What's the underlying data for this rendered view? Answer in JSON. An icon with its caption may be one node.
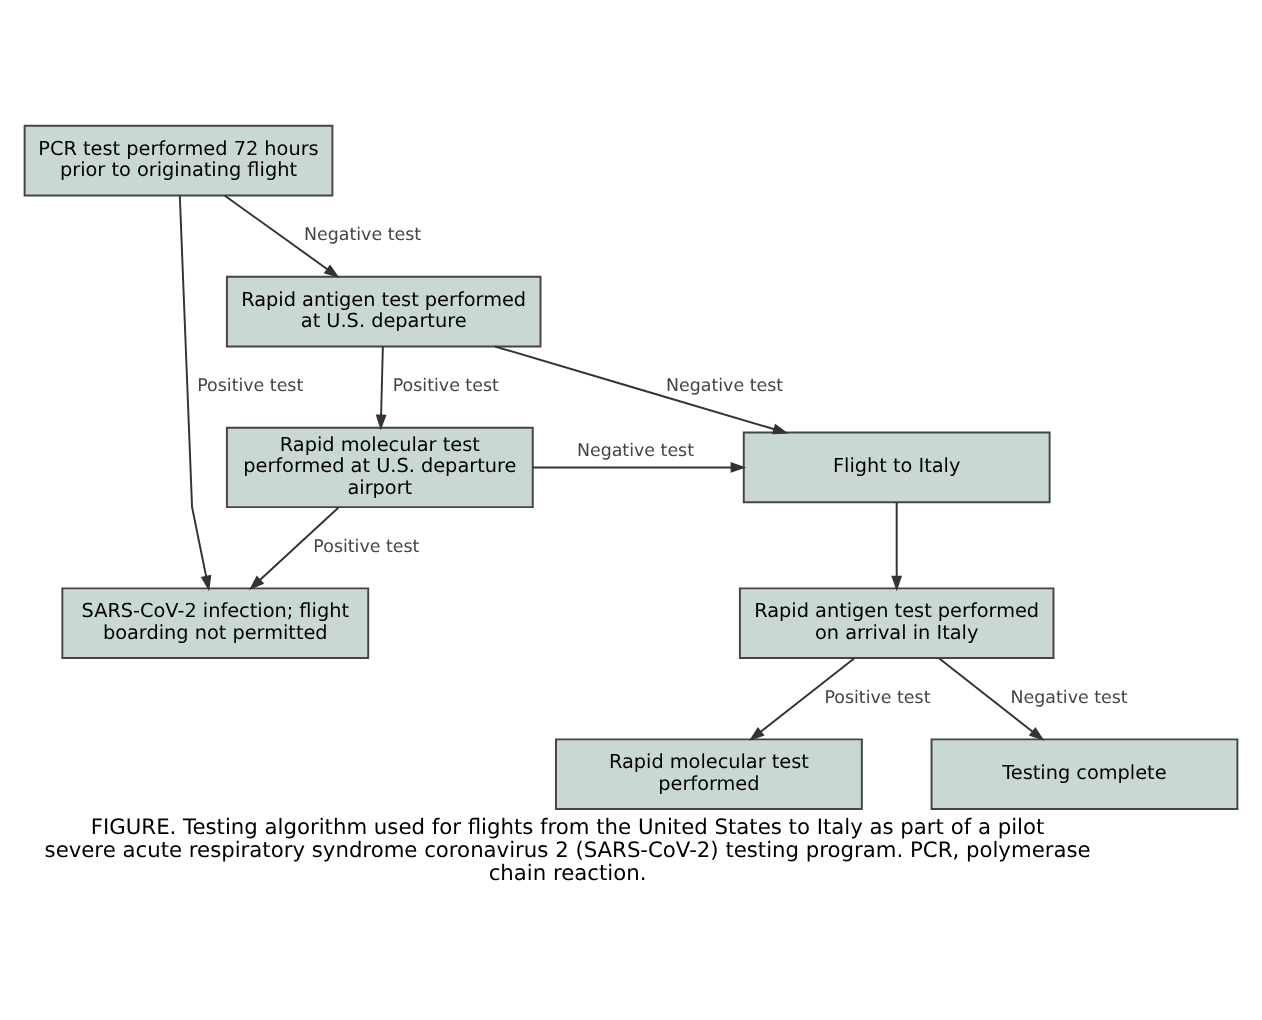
{
  "diagram": {
    "caption": "FIGURE. Testing algorithm used for flights from the United States to Italy as part of a pilot severe acute respiratory syndrome coronavirus 2 (SARS-CoV-2) testing program. PCR, polymerase chain reaction.",
    "nodes": [
      {
        "text": [
          "PCR test performed 72 hours prior to originating flight"
        ]
      },
      {
        "text": [
          "Rapid antigen test performed at U.S. departure"
        ]
      },
      {
        "text": [
          "SARS-CoV-2 infection; flight boarding not permitted"
        ]
      },
      {
        "text": [
          "Rapid molecular test performed at U.S. departure airport"
        ]
      },
      {
        "text": [
          "Flight to Italy"
        ]
      },
      {
        "text": [
          "Rapid antigen test performed on arrival in Italy"
        ]
      },
      {
        "text": [
          "Rapid molecular test performed"
        ]
      },
      {
        "text": [
          "Testing complete"
        ]
      }
    ],
    "edges": [
      {
        "from": 0,
        "to": 2,
        "arrow": "to",
        "label": "Positive test"
      },
      {
        "from": 0,
        "to": 1,
        "arrow": "to",
        "label": "Negative test"
      },
      {
        "from": 1,
        "to": 3,
        "arrow": "to",
        "label": "Positive test"
      },
      {
        "from": 3,
        "to": 2,
        "arrow": "to",
        "label": "Positive test"
      },
      {
        "from": 1,
        "to": 4,
        "arrow": "to",
        "label": "Negative test"
      },
      {
        "from": 3,
        "to": 4,
        "arrow": "to",
        "label": "Negative test"
      },
      {
        "from": 4,
        "to": 5,
        "arrow": "to"
      },
      {
        "from": 5,
        "to": 6,
        "arrow": "to",
        "label": "Positive test"
      },
      {
        "from": 5,
        "to": 7,
        "arrow": "to",
        "label": "Negative test"
      }
    ]
  }
}
